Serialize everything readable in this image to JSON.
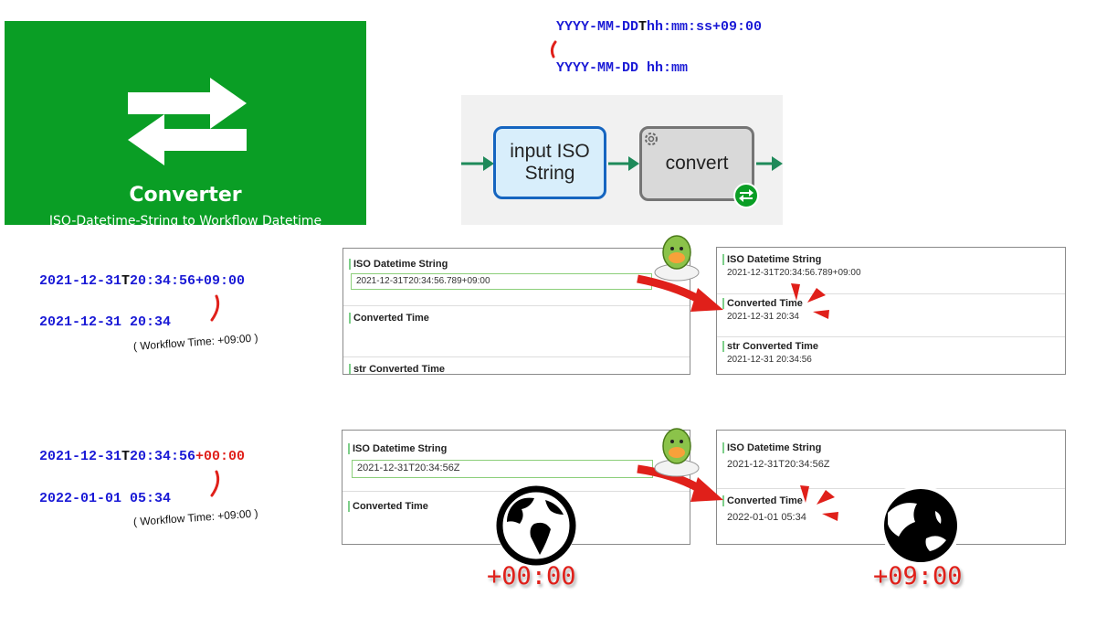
{
  "hero": {
    "title": "Converter",
    "subtitle": "ISO-Datetime-String to Workflow Datetime",
    "icon": "swap-arrows-icon",
    "color": "#0a9e25"
  },
  "format": {
    "iso_a": "YYYY-MM-DD",
    "iso_t": "T",
    "iso_b": "hh:mm:ss+09:00",
    "workflow": "YYYY-MM-DD hh:mm"
  },
  "flow": {
    "node_input": "input ISO String",
    "node_convert": "convert"
  },
  "example1": {
    "iso_date": "2021-12-31",
    "iso_t": "T",
    "iso_time": "20:34:56",
    "iso_offset": "+09:00",
    "result": "2021-12-31 20:34",
    "note": "( Workflow Time: +09:00 )"
  },
  "example2": {
    "iso_date": "2021-12-31",
    "iso_t": "T",
    "iso_time": "20:34:56",
    "iso_offset": "+00:00",
    "result": "2022-01-01 05:34",
    "note": "( Workflow Time: +09:00 )"
  },
  "panel1_before": {
    "label_iso": "ISO Datetime String",
    "input_value": "2021-12-31T20:34:56.789+09:00",
    "label_converted": "Converted Time",
    "label_str": "str Converted Time"
  },
  "panel1_after": {
    "label_iso": "ISO Datetime String",
    "value_iso": "2021-12-31T20:34:56.789+09:00",
    "label_converted": "Converted Time",
    "value_converted": "2021-12-31 20:34",
    "label_str": "str Converted Time",
    "value_str": "2021-12-31 20:34:56"
  },
  "panel2_before": {
    "label_iso": "ISO Datetime String",
    "input_value": "2021-12-31T20:34:56Z",
    "label_converted": "Converted Time"
  },
  "panel2_after": {
    "label_iso": "ISO Datetime String",
    "value_iso": "2021-12-31T20:34:56Z",
    "label_converted": "Converted Time",
    "value_converted": "2022-01-01 05:34"
  },
  "globe_left": {
    "icon": "globe-europe-africa-icon",
    "offset": "+00:00"
  },
  "globe_right": {
    "icon": "globe-asia-icon",
    "offset": "+09:00"
  },
  "colors": {
    "accent_blue": "#1a1ad6",
    "accent_red": "#e0201a",
    "green": "#0a9e25",
    "flow_green": "#1e8a5a"
  }
}
